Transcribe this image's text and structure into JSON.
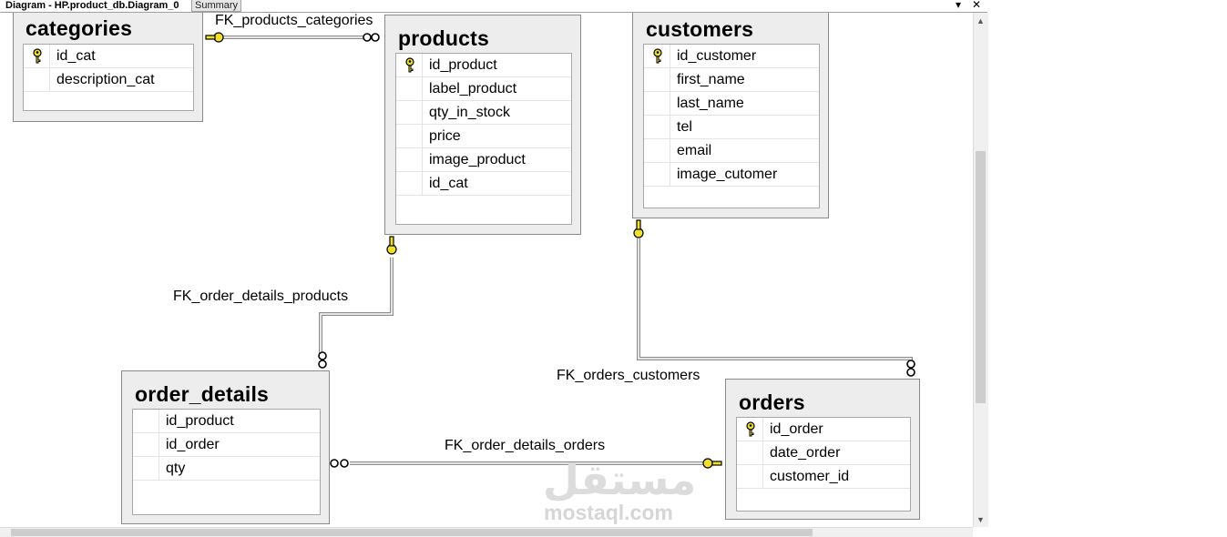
{
  "tabs": {
    "active": "Diagram - HP.product_db.Diagram_0",
    "summary": "Summary"
  },
  "tables": {
    "categories": {
      "title": "categories",
      "columns": [
        "id_cat",
        "description_cat"
      ],
      "primary_key": "id_cat"
    },
    "products": {
      "title": "products",
      "columns": [
        "id_product",
        "label_product",
        "qty_in_stock",
        "price",
        "image_product",
        "id_cat"
      ],
      "primary_key": "id_product"
    },
    "customers": {
      "title": "customers",
      "columns": [
        "id_customer",
        "first_name",
        "last_name",
        "tel",
        "email",
        "image_cutomer"
      ],
      "primary_key": "id_customer"
    },
    "order_details": {
      "title": "order_details",
      "columns": [
        "id_product",
        "id_order",
        "qty"
      ],
      "primary_key": ""
    },
    "orders": {
      "title": "orders",
      "columns": [
        "id_order",
        "date_order",
        "customer_id"
      ],
      "primary_key": "id_order"
    }
  },
  "relationships": {
    "fk_products_categories": "FK_products_categories",
    "fk_order_details_products": "FK_order_details_products",
    "fk_orders_customers": "FK_orders_customers",
    "fk_order_details_orders": "FK_order_details_orders"
  },
  "watermark": {
    "logo": "مستقل",
    "site": "mostaql.com"
  },
  "colors": {
    "key_icon": "#e8d21a",
    "connector": "#9a9a9a",
    "table_bg": "#ededed"
  },
  "icons": [
    "key-icon",
    "infinity-end-icon",
    "close-icon",
    "dropdown-arrow-icon"
  ]
}
